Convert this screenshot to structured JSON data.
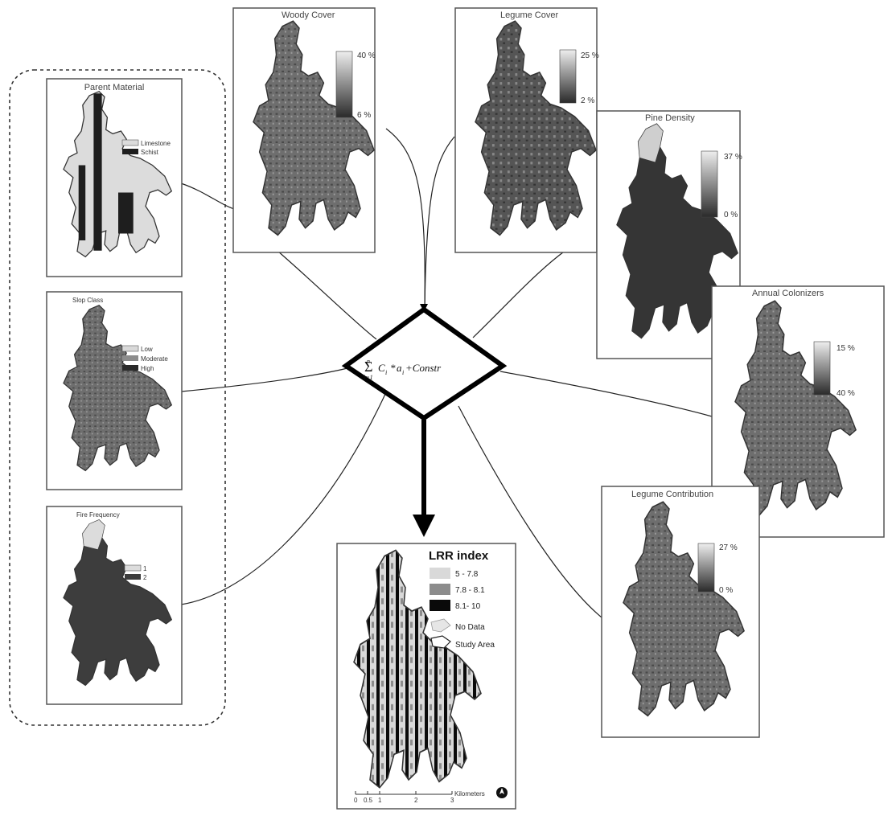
{
  "panels": {
    "parent_material": {
      "title": "Parent Material",
      "legend": [
        "Limestone",
        "Schist"
      ]
    },
    "slope_class": {
      "title": "Slop Class",
      "legend": [
        "Low",
        "Moderate",
        "High"
      ]
    },
    "fire_frequency": {
      "title": "Fire Frequency",
      "legend": [
        "1",
        "2"
      ]
    },
    "woody_cover": {
      "title": "Woody Cover",
      "legend_top": "40 %",
      "legend_bottom": "6 %"
    },
    "legume_cover": {
      "title": "Legume Cover",
      "legend_top": "25 %",
      "legend_bottom": "2 %"
    },
    "pine_density": {
      "title": "Pine Density",
      "legend_top": "37 %",
      "legend_bottom": "0 %"
    },
    "annual_colonizers": {
      "title": "Annual Colonizers",
      "legend_top": "15 %",
      "legend_bottom": "40 %"
    },
    "legume_contribution": {
      "title": "Legume Contribution",
      "legend_top": "27 %",
      "legend_bottom": "0 %"
    }
  },
  "formula": {
    "sum_top": "n",
    "sum_bottom": "i=1",
    "body": "C",
    "sub_i": "i",
    "a": "a",
    "rest": "+Constr"
  },
  "lrr": {
    "title": "LRR index",
    "classes": [
      "5 - 7.8",
      "7.8 - 8.1",
      "8.1- 10"
    ],
    "no_data": "No Data",
    "study_area": "Study Area",
    "scale_ticks": [
      "0",
      "0.5",
      "1",
      "2",
      "3"
    ],
    "scale_unit": "Kilometers"
  },
  "colors": {
    "frame": "#555555",
    "low": "#d9d9d9",
    "mid": "#8c8c8c",
    "high": "#0a0a0a",
    "dark_map": "#3d3d3d"
  }
}
